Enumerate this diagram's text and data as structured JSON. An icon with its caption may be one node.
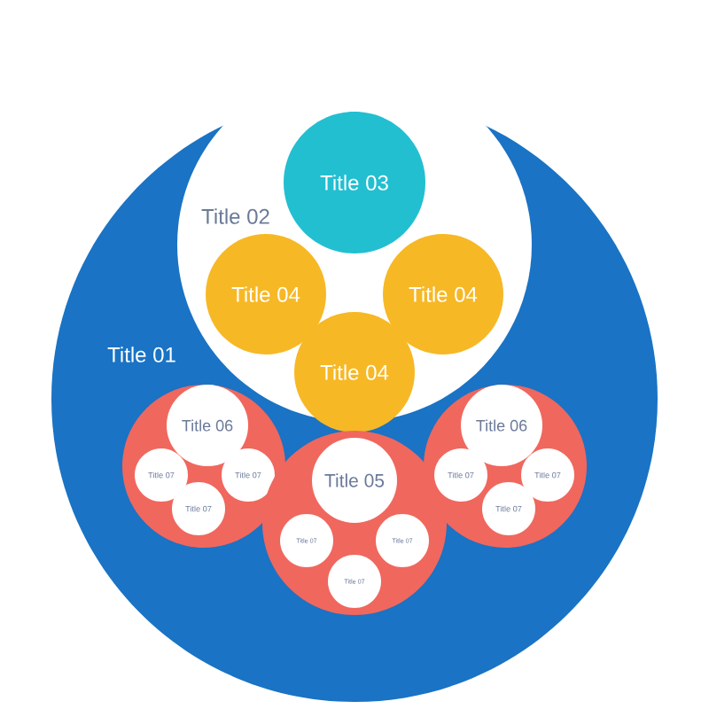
{
  "diagram": {
    "nodes": [
      {
        "text": [
          "Title 01"
        ]
      },
      {
        "text": [
          "Title 02"
        ],
        "in": 0
      },
      {
        "text": [
          "Title 03"
        ],
        "in": 1
      },
      {
        "text": [
          "Title 04"
        ],
        "in": 1
      },
      {
        "text": [
          "Title 04"
        ],
        "in": 1
      },
      {
        "text": [
          "Title 04"
        ],
        "in": 1
      },
      {
        "text": [],
        "shape": "circle",
        "in": 0
      },
      {
        "text": [
          "Title 06"
        ],
        "in": 6
      },
      {
        "text": [
          "Title 07"
        ],
        "in": 6
      },
      {
        "text": [
          "Title 07"
        ],
        "in": 6
      },
      {
        "text": [
          "Title 07"
        ],
        "in": 6
      },
      {
        "text": [],
        "shape": "circle",
        "in": 0
      },
      {
        "text": [
          "Title 05"
        ],
        "in": 11
      },
      {
        "text": [
          "Title 07"
        ],
        "in": 11
      },
      {
        "text": [
          "Title 07"
        ],
        "in": 11
      },
      {
        "text": [
          "Title 07"
        ],
        "in": 11
      },
      {
        "text": [],
        "shape": "circle",
        "in": 0
      },
      {
        "text": [
          "Title 06"
        ],
        "in": 16
      },
      {
        "text": [
          "Title 07"
        ],
        "in": 16
      },
      {
        "text": [
          "Title 07"
        ],
        "in": 16
      },
      {
        "text": [
          "Title 07"
        ],
        "in": 16
      }
    ]
  }
}
